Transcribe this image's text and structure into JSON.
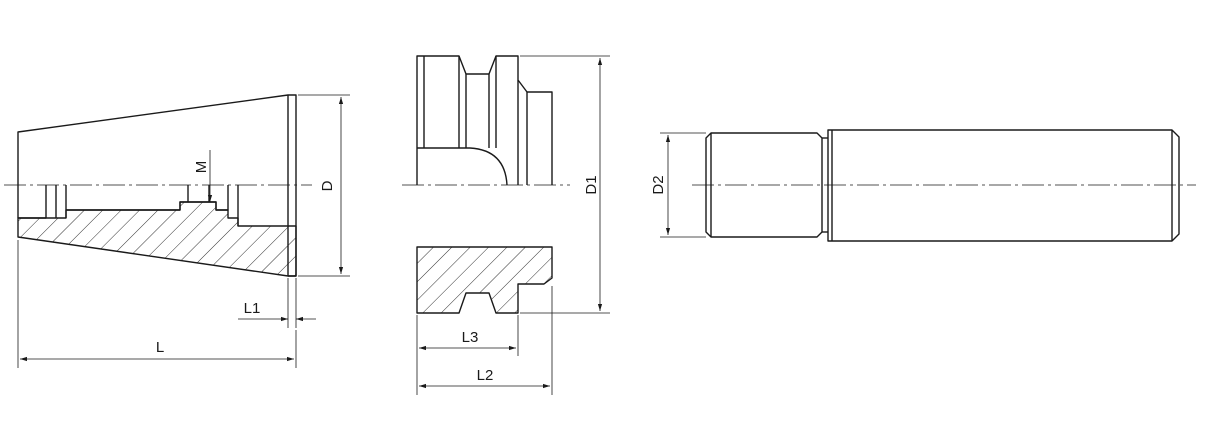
{
  "labels": {
    "D": "D",
    "M": "M",
    "L": "L",
    "L1": "L1",
    "D1": "D1",
    "L2": "L2",
    "L3": "L3",
    "D2": "D2"
  },
  "colors": {
    "line": "#1a1a1a",
    "background": "#ffffff"
  }
}
